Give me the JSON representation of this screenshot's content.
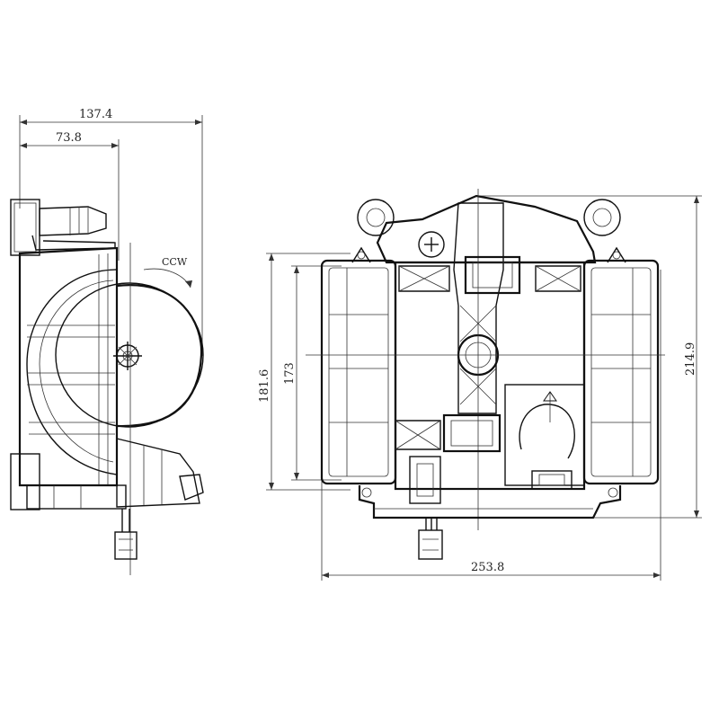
{
  "dimensions": {
    "side_overall_width": "137.4",
    "side_inner_width": "73.8",
    "front_height_outer": "181.6",
    "front_height_inner": "173",
    "front_total_height": "214.9",
    "front_width": "253.8"
  },
  "rotation_label": "CCW",
  "stroke_color": "#1a1a1a",
  "background_color": "#ffffff"
}
